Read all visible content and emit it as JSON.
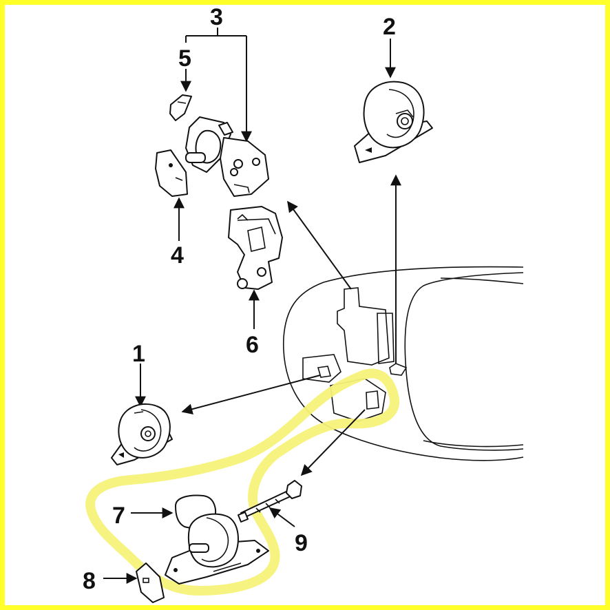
{
  "diagram": {
    "callouts": [
      {
        "id": "1",
        "text": "1"
      },
      {
        "id": "2",
        "text": "2"
      },
      {
        "id": "3",
        "text": "3"
      },
      {
        "id": "4",
        "text": "4"
      },
      {
        "id": "5",
        "text": "5"
      },
      {
        "id": "6",
        "text": "6"
      },
      {
        "id": "7",
        "text": "7"
      },
      {
        "id": "8",
        "text": "8"
      },
      {
        "id": "9",
        "text": "9"
      }
    ],
    "colors": {
      "border": "#ffff2a",
      "highlight": "#f7f27a",
      "ink": "#111111",
      "paper": "#ffffff"
    }
  }
}
